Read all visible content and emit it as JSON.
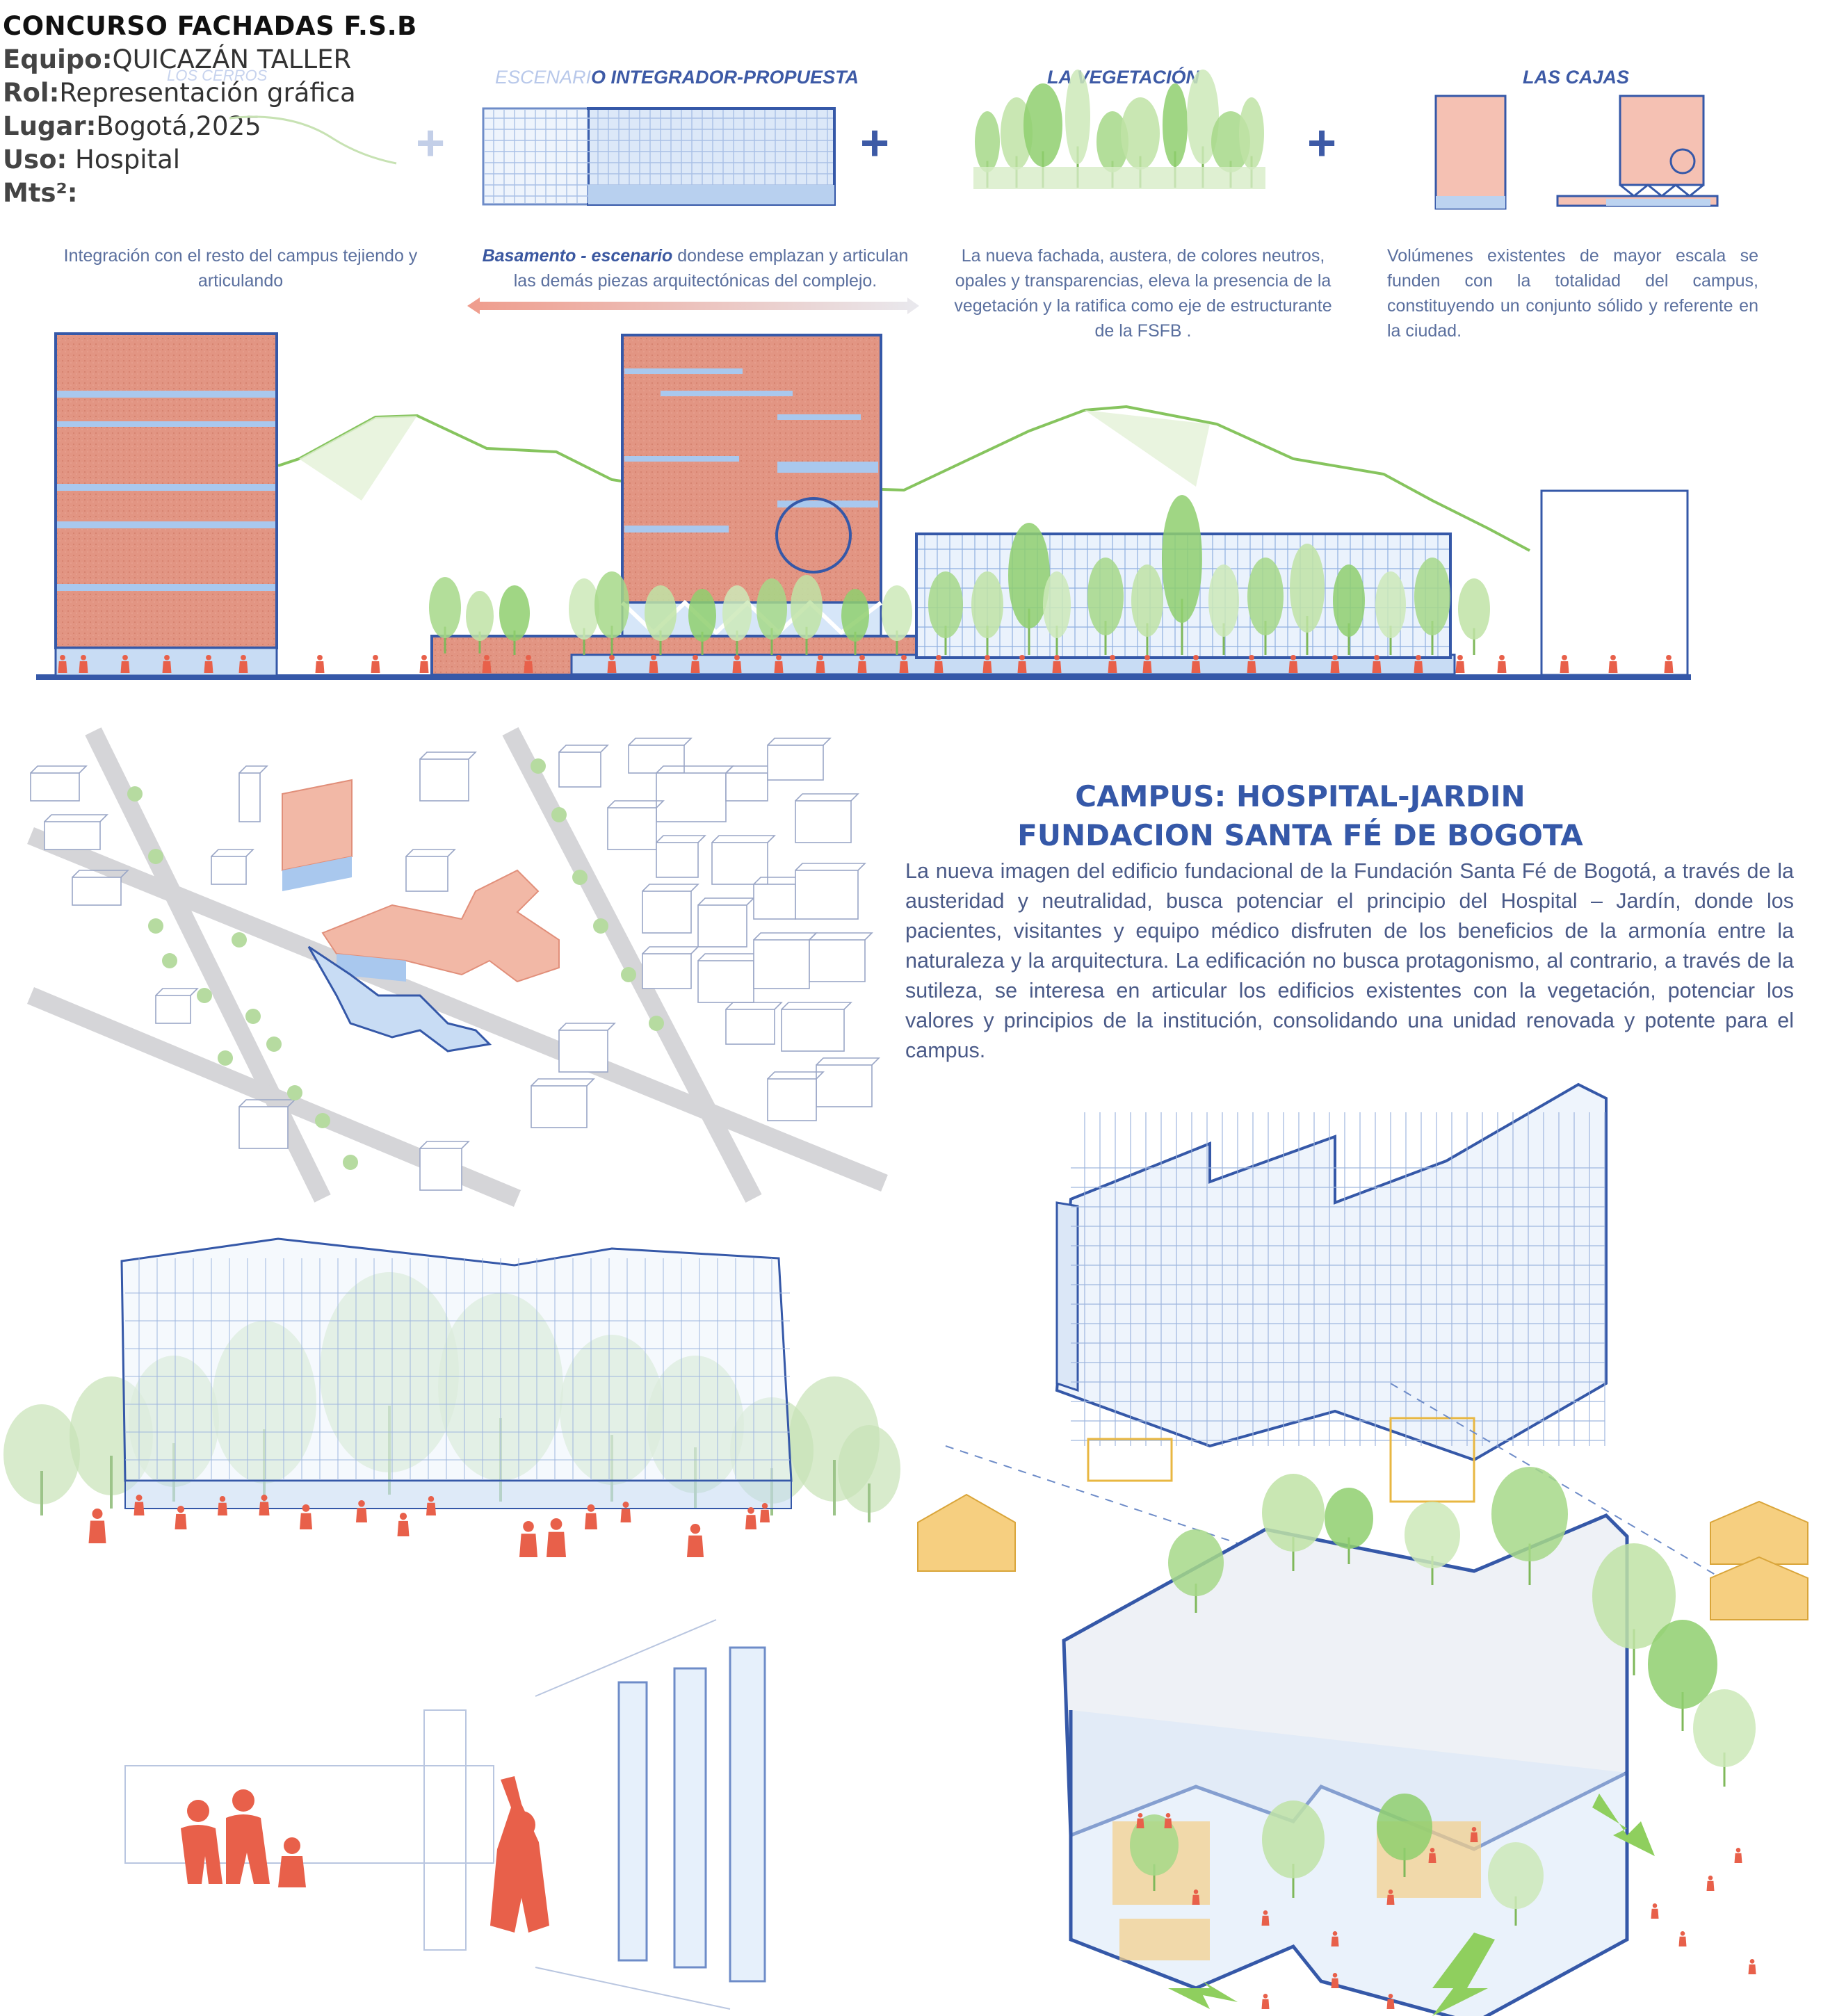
{
  "header": {
    "title": "CONCURSO FACHADAS F.S.B",
    "team_label": "Equipo:",
    "team_value": "QUICAZÁN TALLER",
    "role_label": "Rol:",
    "role_value": "Representación gráfica",
    "place_label": "Lugar:",
    "place_value": "Bogotá,2025",
    "use_label": "Uso:",
    "use_value": " Hospital",
    "area_label": "Mts²:"
  },
  "sections": {
    "cerros": {
      "title": "LOS CERROS",
      "caption": "Integración con el resto del campus tejiendo y articulando"
    },
    "escenario": {
      "title_faded": "ESCENARI",
      "title": "O INTEGRADOR-PROPUESTA",
      "caption_em": "Basamento - escenario",
      "caption": " dondese emplazan y articulan las demás piezas arquitectónicas del complejo."
    },
    "vegetacion": {
      "title": "LA VEGETACIÓN",
      "caption": "La nueva fachada, austera, de colores neutros, opales y transparencias, eleva la presencia de la vegetación y la ratifica como eje de estructurante de la FSFB ."
    },
    "cajas": {
      "title": "LAS CAJAS",
      "caption": "Volúmenes existentes de mayor escala se funden con la totalidad del campus, constituyendo un conjunto sólido y referente en la ciudad."
    },
    "plus_symbol": "+"
  },
  "campus": {
    "title_line1": "CAMPUS: HOSPITAL-JARDIN",
    "title_line2": "FUNDACION SANTA FÉ DE BOGOTA",
    "body": "La nueva imagen del edificio fundacional de la Fundación Santa Fé de Bogotá, a través de la austeridad y neutralidad, busca potenciar el principio del Hospital – Jardín, donde los pacientes, visitantes y equipo médico disfruten de los beneficios de la armonía entre la naturaleza y la arquitectura.  La edificación no busca protagonismo, al contrario, a través de la sutileza, se interesa en articular los edificios existentes con la vegetación, potenciar los valores y principios de la institución, consolidando una unidad renovada y potente para el campus."
  },
  "colors": {
    "blue": "#3558a8",
    "brick": "#e39a86",
    "glass": "#c9dcf2",
    "green": "#9ccf78",
    "people": "#e8604a",
    "yellow": "#f2c56c"
  }
}
